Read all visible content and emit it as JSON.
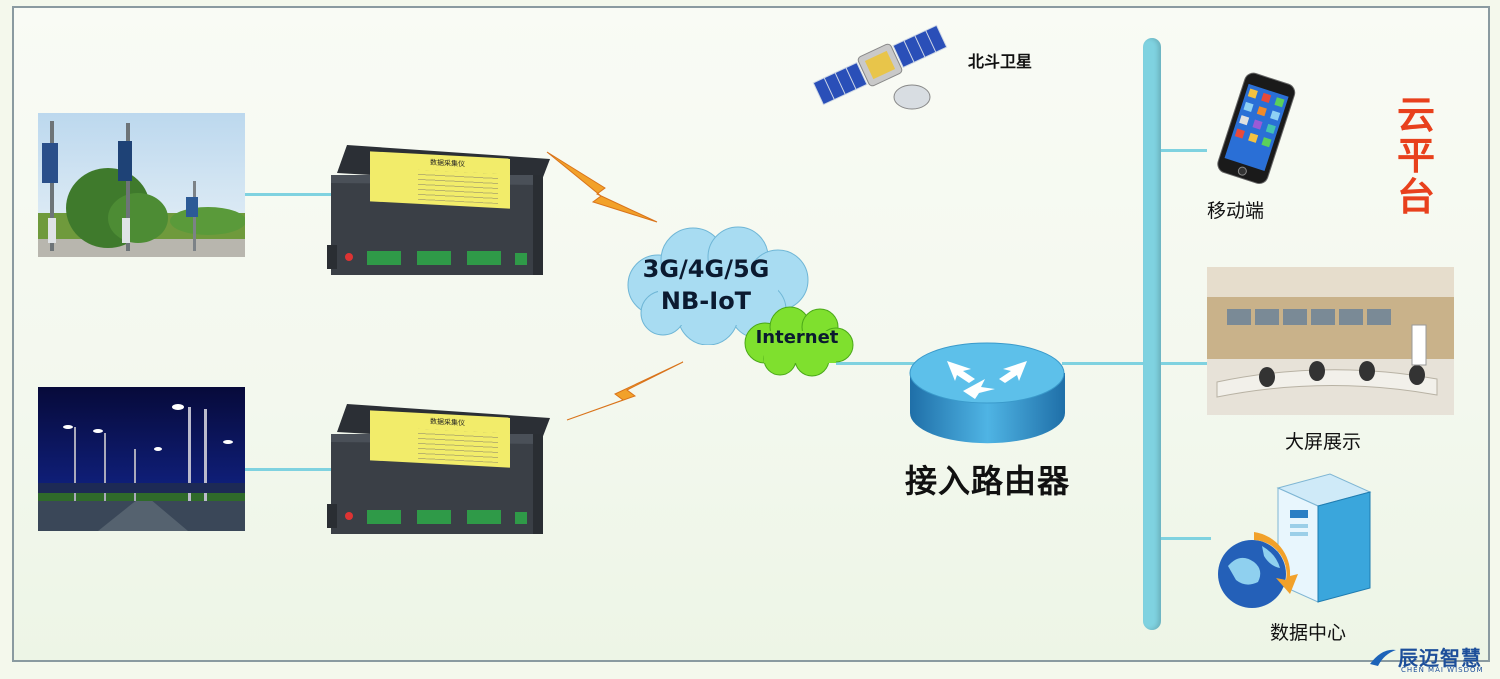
{
  "satellite": {
    "label": "北斗卫星"
  },
  "cloud": {
    "line1": "3G/4G/5G",
    "line2": "NB-IoT",
    "internet": "Internet"
  },
  "router": {
    "label": "接入路由器"
  },
  "cloud_platform": {
    "label": "云平台",
    "chars": [
      "云",
      "平",
      "台"
    ]
  },
  "endpoints": {
    "mobile": "移动端",
    "big_screen": "大屏展示",
    "data_center": "数据中心"
  },
  "collectors": [
    {
      "panel_title": "数据采集仪"
    },
    {
      "panel_title": "数据采集仪"
    }
  ],
  "logo": {
    "name_cn": "辰迈智慧",
    "name_en": "CHEN MAI WISDOM"
  },
  "colors": {
    "backbone": "#7fd2e0",
    "platform": "#e8401c",
    "lightning": "#f2a12a",
    "cloud_blue": "#9fd8f0",
    "cloud_green": "#7fe02e",
    "router": "#2b8fc4"
  }
}
